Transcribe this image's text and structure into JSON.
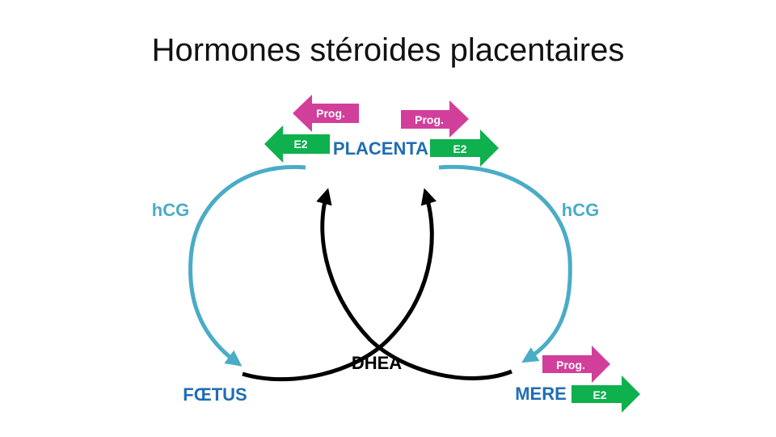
{
  "title": "Hormones stéroides placentaires",
  "nodes": {
    "placenta": "PLACENTA",
    "foetus": "FŒTUS",
    "mere": "MERE"
  },
  "flows": {
    "hcg_left": "hCG",
    "hcg_right": "hCG",
    "dhea": "DHEA"
  },
  "hormones": {
    "prog_left": "Prog.",
    "prog_right": "Prog.",
    "prog_mere": "Prog.",
    "e2_left": "E2",
    "e2_right": "E2",
    "e2_mere": "E2"
  },
  "colors": {
    "node_text": "#1f6db5",
    "hcg": "#4aacc6",
    "dhea": "#000000",
    "prog": "#d23f9b",
    "e2": "#0fb04e"
  }
}
